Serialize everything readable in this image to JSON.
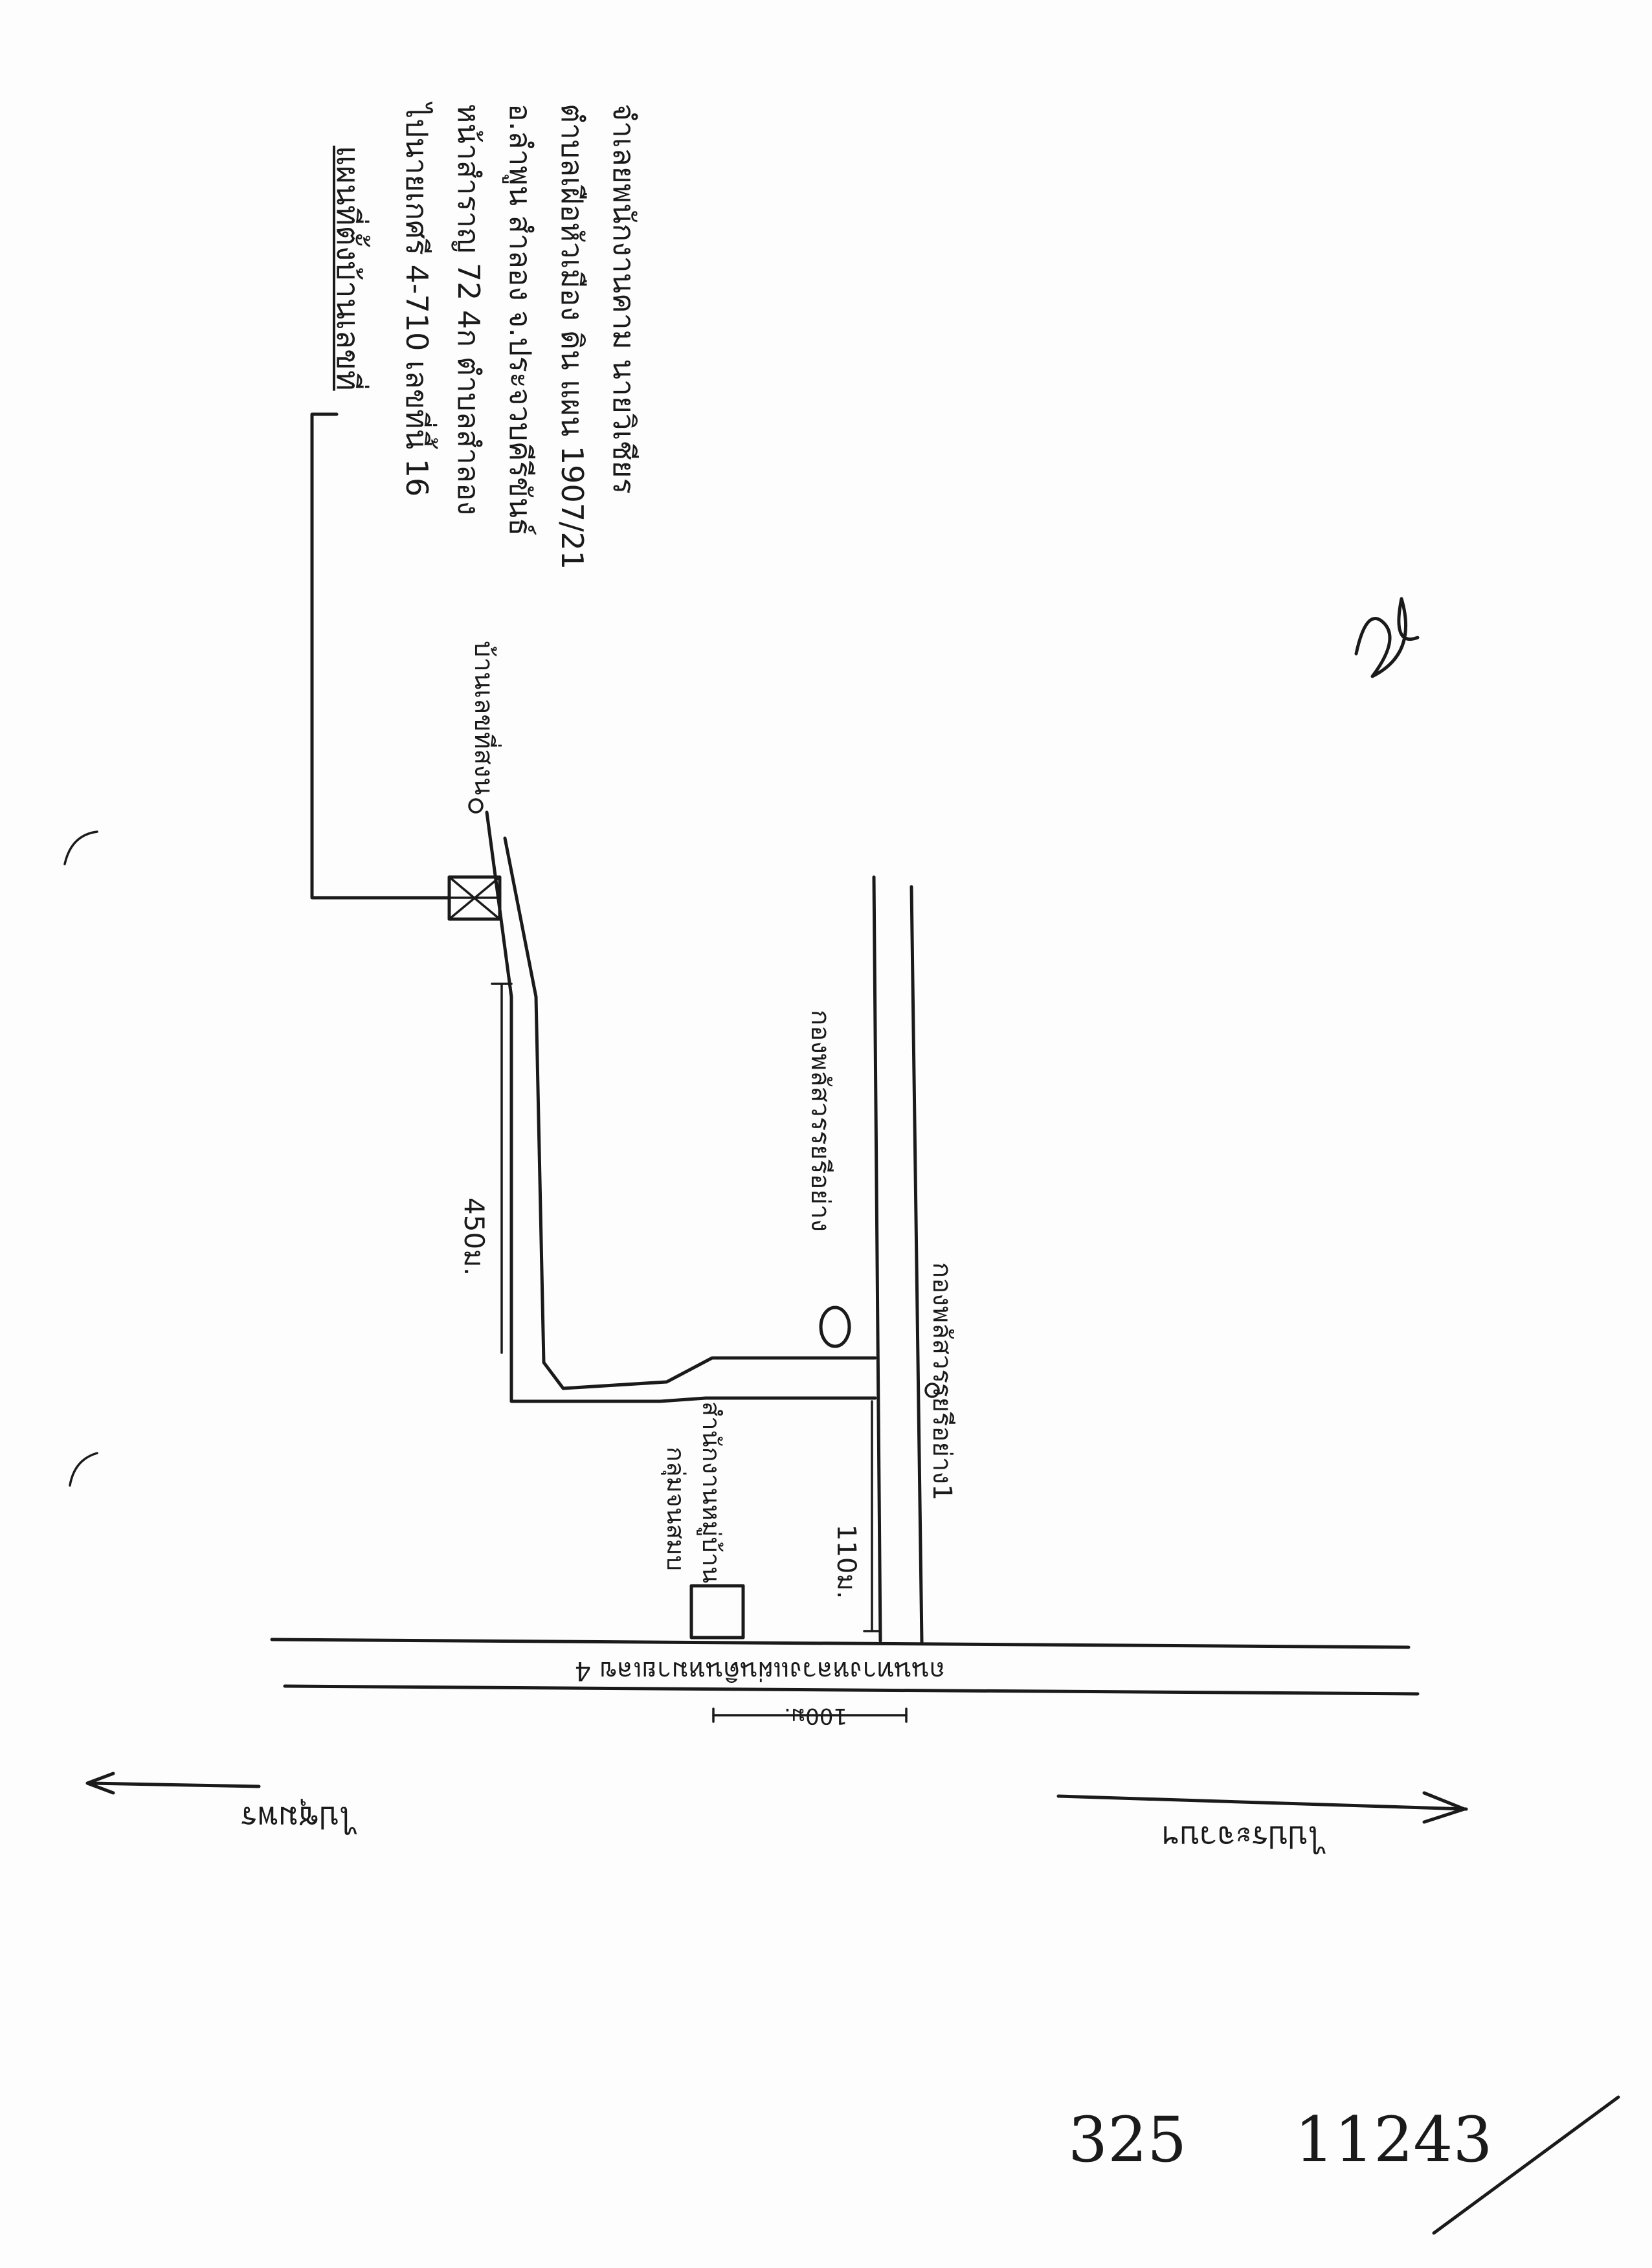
{
  "map": {
    "notes": {
      "title": "แผนที่ตั้งบ้านเลขที่",
      "line1": "ไปนายเกศรี 4-710  เลขที่นี้ 16",
      "line2": "หน้าสำราญ 72 4ก  ตำบลสำลอง",
      "line3": "อ.ลำพูน สำลอง  จ.ประจวบคีรีขันธ์",
      "line4": "ตำบลเฝือหัวเมือง  ดิน แผน 1907/21",
      "line5": "จำเลยพนักงานคาม  นายวิเชียร"
    },
    "labels": {
      "house": "บ้านเลขที่สงน",
      "distance_450": "450ม.",
      "water_tank_2": "กองพลัสวรรยรีอย่าง",
      "water_tank_1": "กองพลัสวรรยรีอย่าง1",
      "school": "สำนักงานหมู่บ้าน",
      "school_2": "กลุ่มจนสมบ",
      "distance_110": "110ม.",
      "main_road": "ถนนทางหลวงแผ่นดินหมายเลข 4",
      "distance_100": "100ม.",
      "direction_left": "ไปชุมพร",
      "direction_right": "ไปประจวบฯ"
    },
    "stamp_numbers": {
      "left": "325",
      "right": "11243"
    }
  }
}
